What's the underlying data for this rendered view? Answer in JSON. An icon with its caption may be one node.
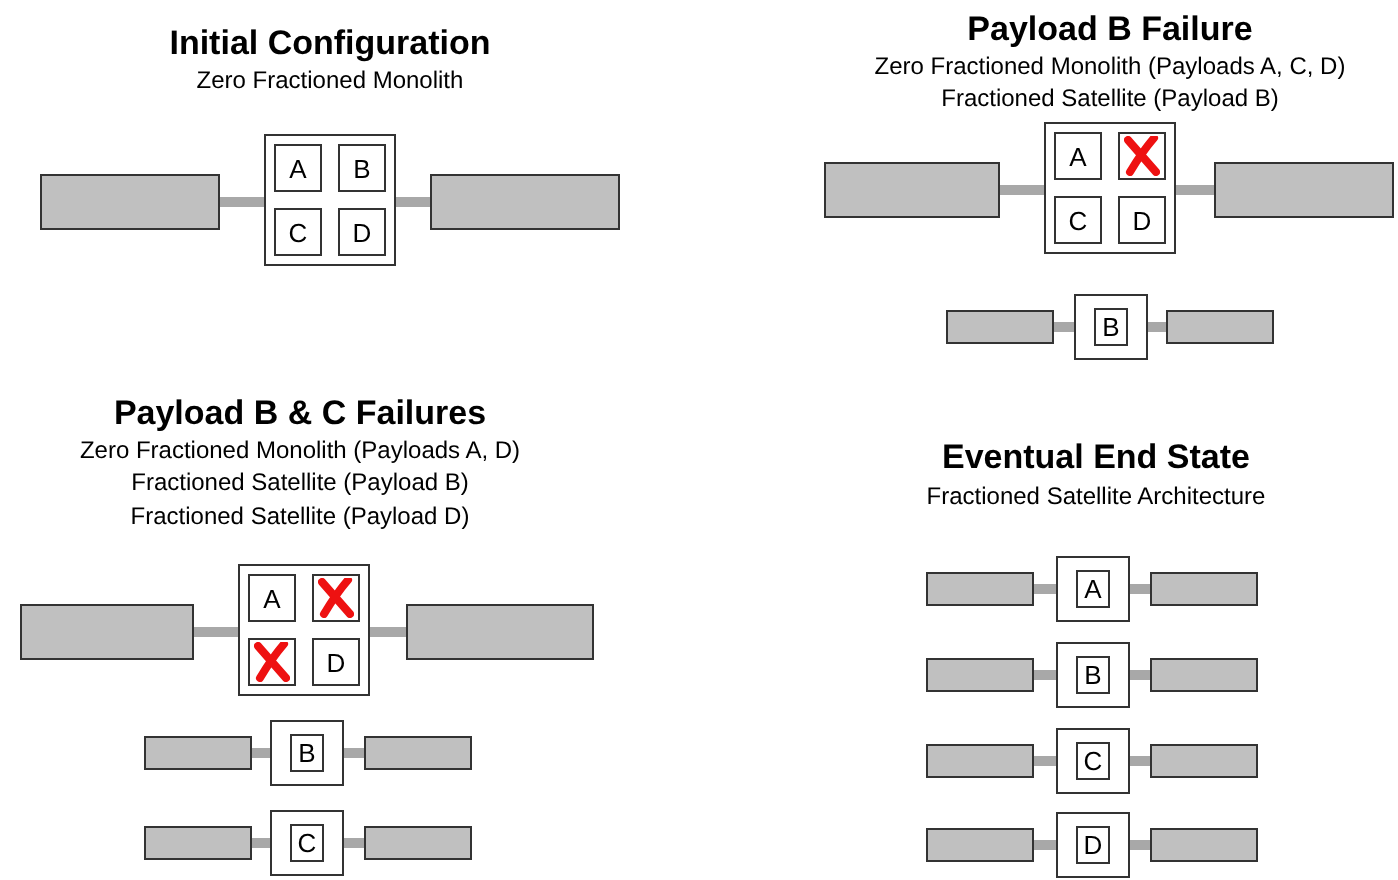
{
  "diagram": {
    "nodes": [
      {
        "text": [],
        "shape": "bar"
      },
      {
        "text": [],
        "shape": "box"
      },
      {
        "text": [
          "A"
        ],
        "in": 1
      },
      {
        "text": [
          "B"
        ],
        "in": 1
      },
      {
        "text": [
          "C"
        ],
        "in": 1
      },
      {
        "text": [
          "D"
        ],
        "in": 1
      },
      {
        "text": [],
        "shape": "bar"
      },
      {
        "text": [],
        "shape": "bar"
      },
      {
        "text": [],
        "shape": "box"
      },
      {
        "text": [
          "A"
        ],
        "in": 8
      },
      {
        "text": [],
        "shape": "box",
        "in": 8
      },
      {
        "text": [
          "C"
        ],
        "in": 8
      },
      {
        "text": [
          "D"
        ],
        "in": 8
      },
      {
        "text": [],
        "shape": "bar"
      },
      {
        "text": [],
        "shape": "bar"
      },
      {
        "text": [],
        "shape": "box"
      },
      {
        "text": [
          "B"
        ],
        "in": 15
      },
      {
        "text": [],
        "shape": "bar"
      },
      {
        "text": [],
        "shape": "bar"
      },
      {
        "text": [],
        "shape": "box"
      },
      {
        "text": [
          "A"
        ],
        "in": 19
      },
      {
        "text": [],
        "shape": "box",
        "in": 19
      },
      {
        "text": [],
        "shape": "box",
        "in": 19
      },
      {
        "text": [
          "D"
        ],
        "in": 19
      },
      {
        "text": [],
        "shape": "bar"
      },
      {
        "text": [],
        "shape": "bar"
      },
      {
        "text": [],
        "shape": "box"
      },
      {
        "text": [
          "B"
        ],
        "in": 26
      },
      {
        "text": [],
        "shape": "bar"
      },
      {
        "text": [],
        "shape": "bar"
      },
      {
        "text": [],
        "shape": "box"
      },
      {
        "text": [
          "C"
        ],
        "in": 30
      },
      {
        "text": [],
        "shape": "bar"
      },
      {
        "text": [],
        "shape": "bar"
      },
      {
        "text": [],
        "shape": "box"
      },
      {
        "text": [
          "A"
        ],
        "in": 34
      },
      {
        "text": [],
        "shape": "bar"
      },
      {
        "text": [],
        "shape": "bar"
      },
      {
        "text": [],
        "shape": "box"
      },
      {
        "text": [
          "B"
        ],
        "in": 38
      },
      {
        "text": [],
        "shape": "bar"
      },
      {
        "text": [],
        "shape": "bar"
      },
      {
        "text": [],
        "shape": "box"
      },
      {
        "text": [
          "C"
        ],
        "in": 42
      },
      {
        "text": [],
        "shape": "bar"
      },
      {
        "text": [],
        "shape": "bar"
      },
      {
        "text": [],
        "shape": "box"
      },
      {
        "text": [
          "D"
        ],
        "in": 46
      },
      {
        "text": [],
        "shape": "bar"
      },
      {
        "text": [],
        "shape": "cross",
        "in": 10
      },
      {
        "text": [],
        "shape": "cross",
        "in": 21
      },
      {
        "text": [],
        "shape": "cross",
        "in": 22
      }
    ],
    "edges": [
      {
        "from": 0,
        "to": 1,
        "arrow": "none"
      },
      {
        "from": 1,
        "to": 6,
        "arrow": "none"
      },
      {
        "from": 7,
        "to": 8,
        "arrow": "none"
      },
      {
        "from": 8,
        "to": 13,
        "arrow": "none"
      },
      {
        "from": 14,
        "to": 15,
        "arrow": "none"
      },
      {
        "from": 15,
        "to": 17,
        "arrow": "none"
      },
      {
        "from": 18,
        "to": 19,
        "arrow": "none"
      },
      {
        "from": 19,
        "to": 24,
        "arrow": "none"
      },
      {
        "from": 25,
        "to": 26,
        "arrow": "none"
      },
      {
        "from": 26,
        "to": 28,
        "arrow": "none"
      },
      {
        "from": 29,
        "to": 30,
        "arrow": "none"
      },
      {
        "from": 30,
        "to": 32,
        "arrow": "none"
      },
      {
        "from": 33,
        "to": 34,
        "arrow": "none"
      },
      {
        "from": 34,
        "to": 36,
        "arrow": "none"
      },
      {
        "from": 37,
        "to": 38,
        "arrow": "none"
      },
      {
        "from": 38,
        "to": 40,
        "arrow": "none"
      },
      {
        "from": 41,
        "to": 42,
        "arrow": "none"
      },
      {
        "from": 42,
        "to": 44,
        "arrow": "none"
      },
      {
        "from": 45,
        "to": 46,
        "arrow": "none"
      },
      {
        "from": 46,
        "to": 48,
        "arrow": "none"
      }
    ],
    "labels": [
      "Initial Configuration",
      "Zero Fractioned Monolith",
      "Payload B Failure",
      "Zero Fractioned Monolith (Payloads A, C, D)",
      "Fractioned Satellite (Payload B)",
      "Payload B & C Failures",
      "Zero Fractioned Monolith (Payloads A, D)",
      "Fractioned Satellite (Payload B)",
      "Fractioned Satellite (Payload D)",
      "Eventual End State",
      "Fractioned Satellite Architecture"
    ]
  }
}
